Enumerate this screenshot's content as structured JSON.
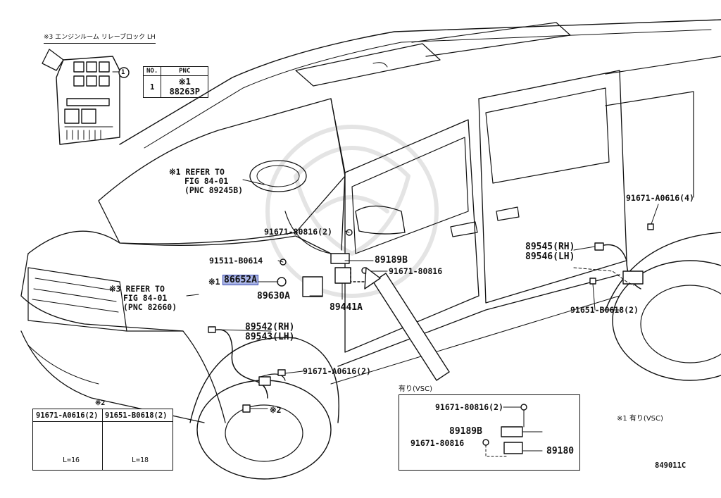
{
  "inset_relay": {
    "title": "※3 エンジンルーム リレーブロック LH",
    "callout": "1"
  },
  "pnc_table": {
    "headers": [
      "NO.",
      "PNC"
    ],
    "row_no": "1",
    "row_part": "※1 88263P"
  },
  "refs": {
    "ref1": {
      "l1": "※1 REFER TO",
      "l2": "FIG 84-01",
      "l3": "(PNC 89245B)"
    },
    "ref3": {
      "l1": "※3 REFER TO",
      "l2": "FIG 84-01",
      "l3": "(PNC 82660)"
    }
  },
  "parts": {
    "p91671_80816_2": "91671-80816(2)",
    "p91511": "91511-B0614",
    "p89189B": "89189B",
    "p91671_80816": "91671-80816",
    "p86652A_mark": "※1",
    "p86652A": "86652A",
    "p89630A": "89630A",
    "p89441A": "89441A",
    "p89542": "89542(RH)",
    "p89543": "89543(LH)",
    "p91671_A0616_2": "91671-A0616(2)",
    "p_mark2": "※2",
    "p91671_A0616_4": "91671-A0616(4)",
    "p89545": "89545(RH)",
    "p89546": "89546(LH)",
    "p91651_B0618_2": "91651-B0618(2)"
  },
  "fastener_box": {
    "mark": "※2",
    "bolt1": "91671-A0616(2)",
    "bolt2": "91651-B0618(2)",
    "len1": "L=16",
    "len2": "L=18"
  },
  "vsc_box": {
    "title": "有り(VSC)",
    "p1": "91671-80816(2)",
    "p2": "89189B",
    "p3": "91671-80816",
    "p4": "89180"
  },
  "note": "※1 有り(VSC)",
  "figure_code": "849011C"
}
